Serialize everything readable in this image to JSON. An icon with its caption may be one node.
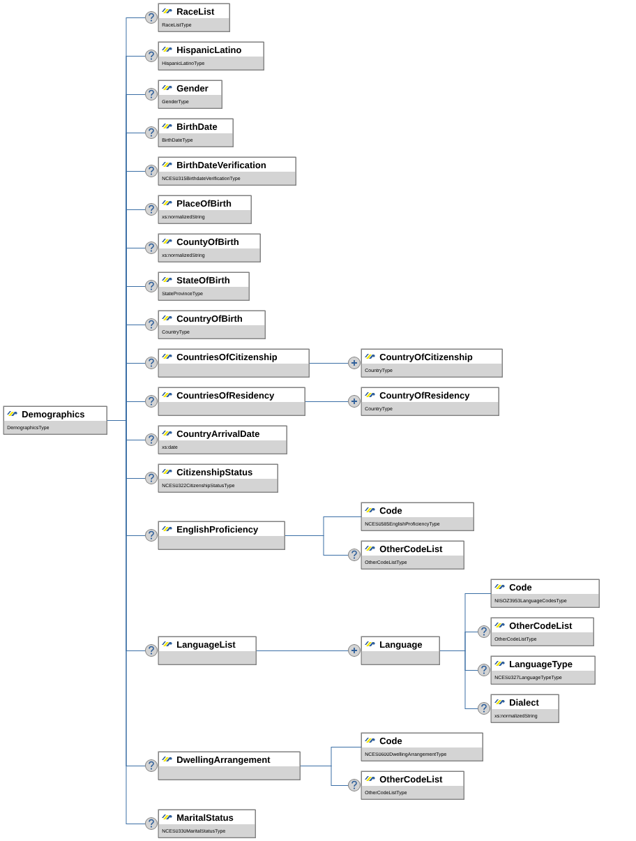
{
  "diagram": {
    "nodes": [
      {
        "text": [
          "Demographics",
          "DemographicsType"
        ]
      },
      {
        "text": [
          "RaceList",
          "RaceListType"
        ]
      },
      {
        "text": [
          "HispanicLatino",
          "HispanicLatinoType"
        ]
      },
      {
        "text": [
          "Gender",
          "GenderType"
        ]
      },
      {
        "text": [
          "BirthDate",
          "BirthDateType"
        ]
      },
      {
        "text": [
          "BirthDateVerification",
          "NCES0315BirthdateVerificationType"
        ]
      },
      {
        "text": [
          "PlaceOfBirth",
          "xs:normalizedString"
        ]
      },
      {
        "text": [
          "CountyOfBirth",
          "xs:normalizedString"
        ]
      },
      {
        "text": [
          "StateOfBirth",
          "StateProvinceType"
        ]
      },
      {
        "text": [
          "CountryOfBirth",
          "CountryType"
        ]
      },
      {
        "text": [
          "CountriesOfCitizenship"
        ]
      },
      {
        "text": [
          "CountryOfCitizenship",
          "CountryType"
        ]
      },
      {
        "text": [
          "CountriesOfResidency"
        ]
      },
      {
        "text": [
          "CountryOfResidency",
          "CountryType"
        ]
      },
      {
        "text": [
          "CountryArrivalDate",
          "xs:date"
        ]
      },
      {
        "text": [
          "CitizenshipStatus",
          "NCES0322CitizenshipStatusType"
        ]
      },
      {
        "text": [
          "EnglishProficiency"
        ]
      },
      {
        "text": [
          "Code",
          "NCES0585EnglishProficiencyType"
        ]
      },
      {
        "text": [
          "OtherCodeList",
          "OtherCodeListType"
        ]
      },
      {
        "text": [
          "LanguageList"
        ]
      },
      {
        "text": [
          "Language"
        ]
      },
      {
        "text": [
          "Code",
          "NISOZ3953LanguageCodesType"
        ]
      },
      {
        "text": [
          "OtherCodeList",
          "OtherCodeListType"
        ]
      },
      {
        "text": [
          "LanguageType",
          "NCES0327LanguageTypeType"
        ]
      },
      {
        "text": [
          "Dialect",
          "xs:normalizedString"
        ]
      },
      {
        "text": [
          "DwellingArrangement"
        ]
      },
      {
        "text": [
          "Code",
          "NCES0600DwellingArrangementType"
        ]
      },
      {
        "text": [
          "OtherCodeList",
          "OtherCodeListType"
        ]
      },
      {
        "text": [
          "MaritalStatus",
          "NCES0330MaritalStatusType"
        ]
      }
    ],
    "edges": [
      {
        "from": 0,
        "to": 1,
        "arrow": "none"
      },
      {
        "from": 0,
        "to": 2,
        "arrow": "none"
      },
      {
        "from": 0,
        "to": 3,
        "arrow": "none"
      },
      {
        "from": 0,
        "to": 4,
        "arrow": "none"
      },
      {
        "from": 0,
        "to": 5,
        "arrow": "none"
      },
      {
        "from": 0,
        "to": 6,
        "arrow": "none"
      },
      {
        "from": 0,
        "to": 7,
        "arrow": "none"
      },
      {
        "from": 0,
        "to": 8,
        "arrow": "none"
      },
      {
        "from": 0,
        "to": 9,
        "arrow": "none"
      },
      {
        "from": 0,
        "to": 10,
        "arrow": "none"
      },
      {
        "from": 10,
        "to": 11,
        "arrow": "none"
      },
      {
        "from": 0,
        "to": 12,
        "arrow": "none"
      },
      {
        "from": 12,
        "to": 13,
        "arrow": "none"
      },
      {
        "from": 0,
        "to": 14,
        "arrow": "none"
      },
      {
        "from": 0,
        "to": 15,
        "arrow": "none"
      },
      {
        "from": 0,
        "to": 16,
        "arrow": "none"
      },
      {
        "from": 16,
        "to": 17,
        "arrow": "none"
      },
      {
        "from": 16,
        "to": 18,
        "arrow": "none"
      },
      {
        "from": 0,
        "to": 19,
        "arrow": "none"
      },
      {
        "from": 19,
        "to": 20,
        "arrow": "none"
      },
      {
        "from": 20,
        "to": 21,
        "arrow": "none"
      },
      {
        "from": 20,
        "to": 22,
        "arrow": "none"
      },
      {
        "from": 20,
        "to": 23,
        "arrow": "none"
      },
      {
        "from": 20,
        "to": 24,
        "arrow": "none"
      },
      {
        "from": 0,
        "to": 25,
        "arrow": "none"
      },
      {
        "from": 25,
        "to": 26,
        "arrow": "none"
      },
      {
        "from": 25,
        "to": 27,
        "arrow": "none"
      },
      {
        "from": 0,
        "to": 28,
        "arrow": "none"
      }
    ]
  }
}
